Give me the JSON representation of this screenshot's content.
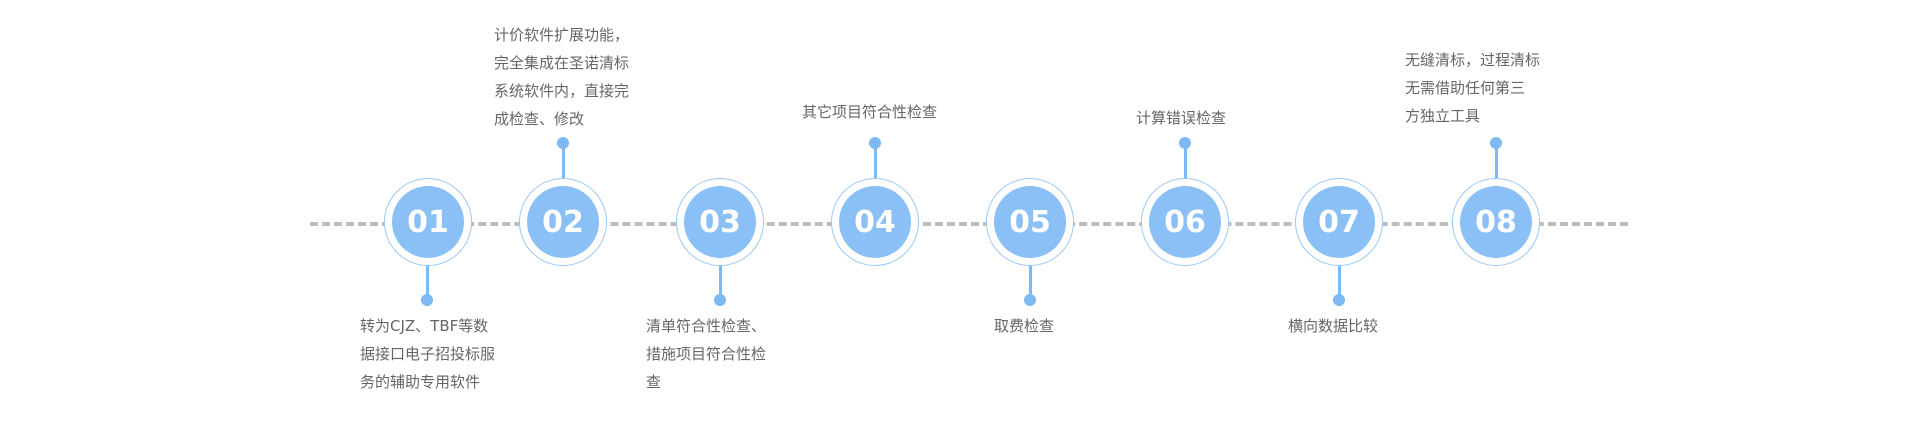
{
  "steps": [
    {
      "num": "01",
      "text": "转为CJZ、TBF等数\n据接口电子招投标服\n务的辅助专用软件"
    },
    {
      "num": "02",
      "text": "计价软件扩展功能，\n完全集成在圣诺清标\n系统软件内，直接完\n成检查、修改"
    },
    {
      "num": "03",
      "text": "清单符合性检查、\n措施项目符合性检\n查"
    },
    {
      "num": "04",
      "text": "其它项目符合性检查"
    },
    {
      "num": "05",
      "text": "取费检查"
    },
    {
      "num": "06",
      "text": "计算错误检查"
    },
    {
      "num": "07",
      "text": "横向数据比较"
    },
    {
      "num": "08",
      "text": "无缝清标，过程清标\n无需借助任何第三\n方独立工具"
    }
  ]
}
